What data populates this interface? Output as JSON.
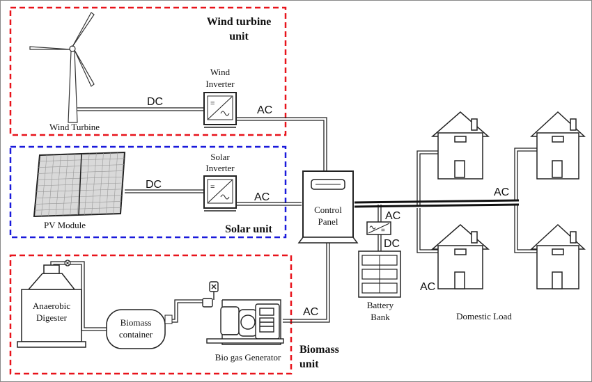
{
  "units": {
    "wind": {
      "title_line1": "Wind turbine",
      "title_line2": "unit",
      "color": "#e8131b"
    },
    "solar": {
      "title": "Solar unit",
      "color": "#1a1adb"
    },
    "biomass": {
      "title_line1": "Biomass",
      "title_line2": "unit",
      "color": "#e8131b"
    }
  },
  "components": {
    "wind_turbine": "Wind Turbine",
    "wind_inverter_line1": "Wind",
    "wind_inverter_line2": "Inverter",
    "pv_module": "PV Module",
    "solar_inverter_line1": "Solar",
    "solar_inverter_line2": "Inverter",
    "control_panel_line1": "Control",
    "control_panel_line2": "Panel",
    "battery_bank_line1": "Battery",
    "battery_bank_line2": "Bank",
    "anaerobic_digester_line1": "Anaerobic",
    "anaerobic_digester_line2": "Digester",
    "biomass_container_line1": "Biomass",
    "biomass_container_line2": "container",
    "biogas_generator": "Bio gas  Generator",
    "domestic_load": "Domestic Load"
  },
  "currents": {
    "wind_dc": "DC",
    "wind_ac": "AC",
    "solar_dc": "DC",
    "solar_ac": "AC",
    "battery_ac": "AC",
    "battery_dc": "DC",
    "load_ac_top": "AC",
    "load_ac_left": "AC",
    "biomass_ac": "AC"
  }
}
